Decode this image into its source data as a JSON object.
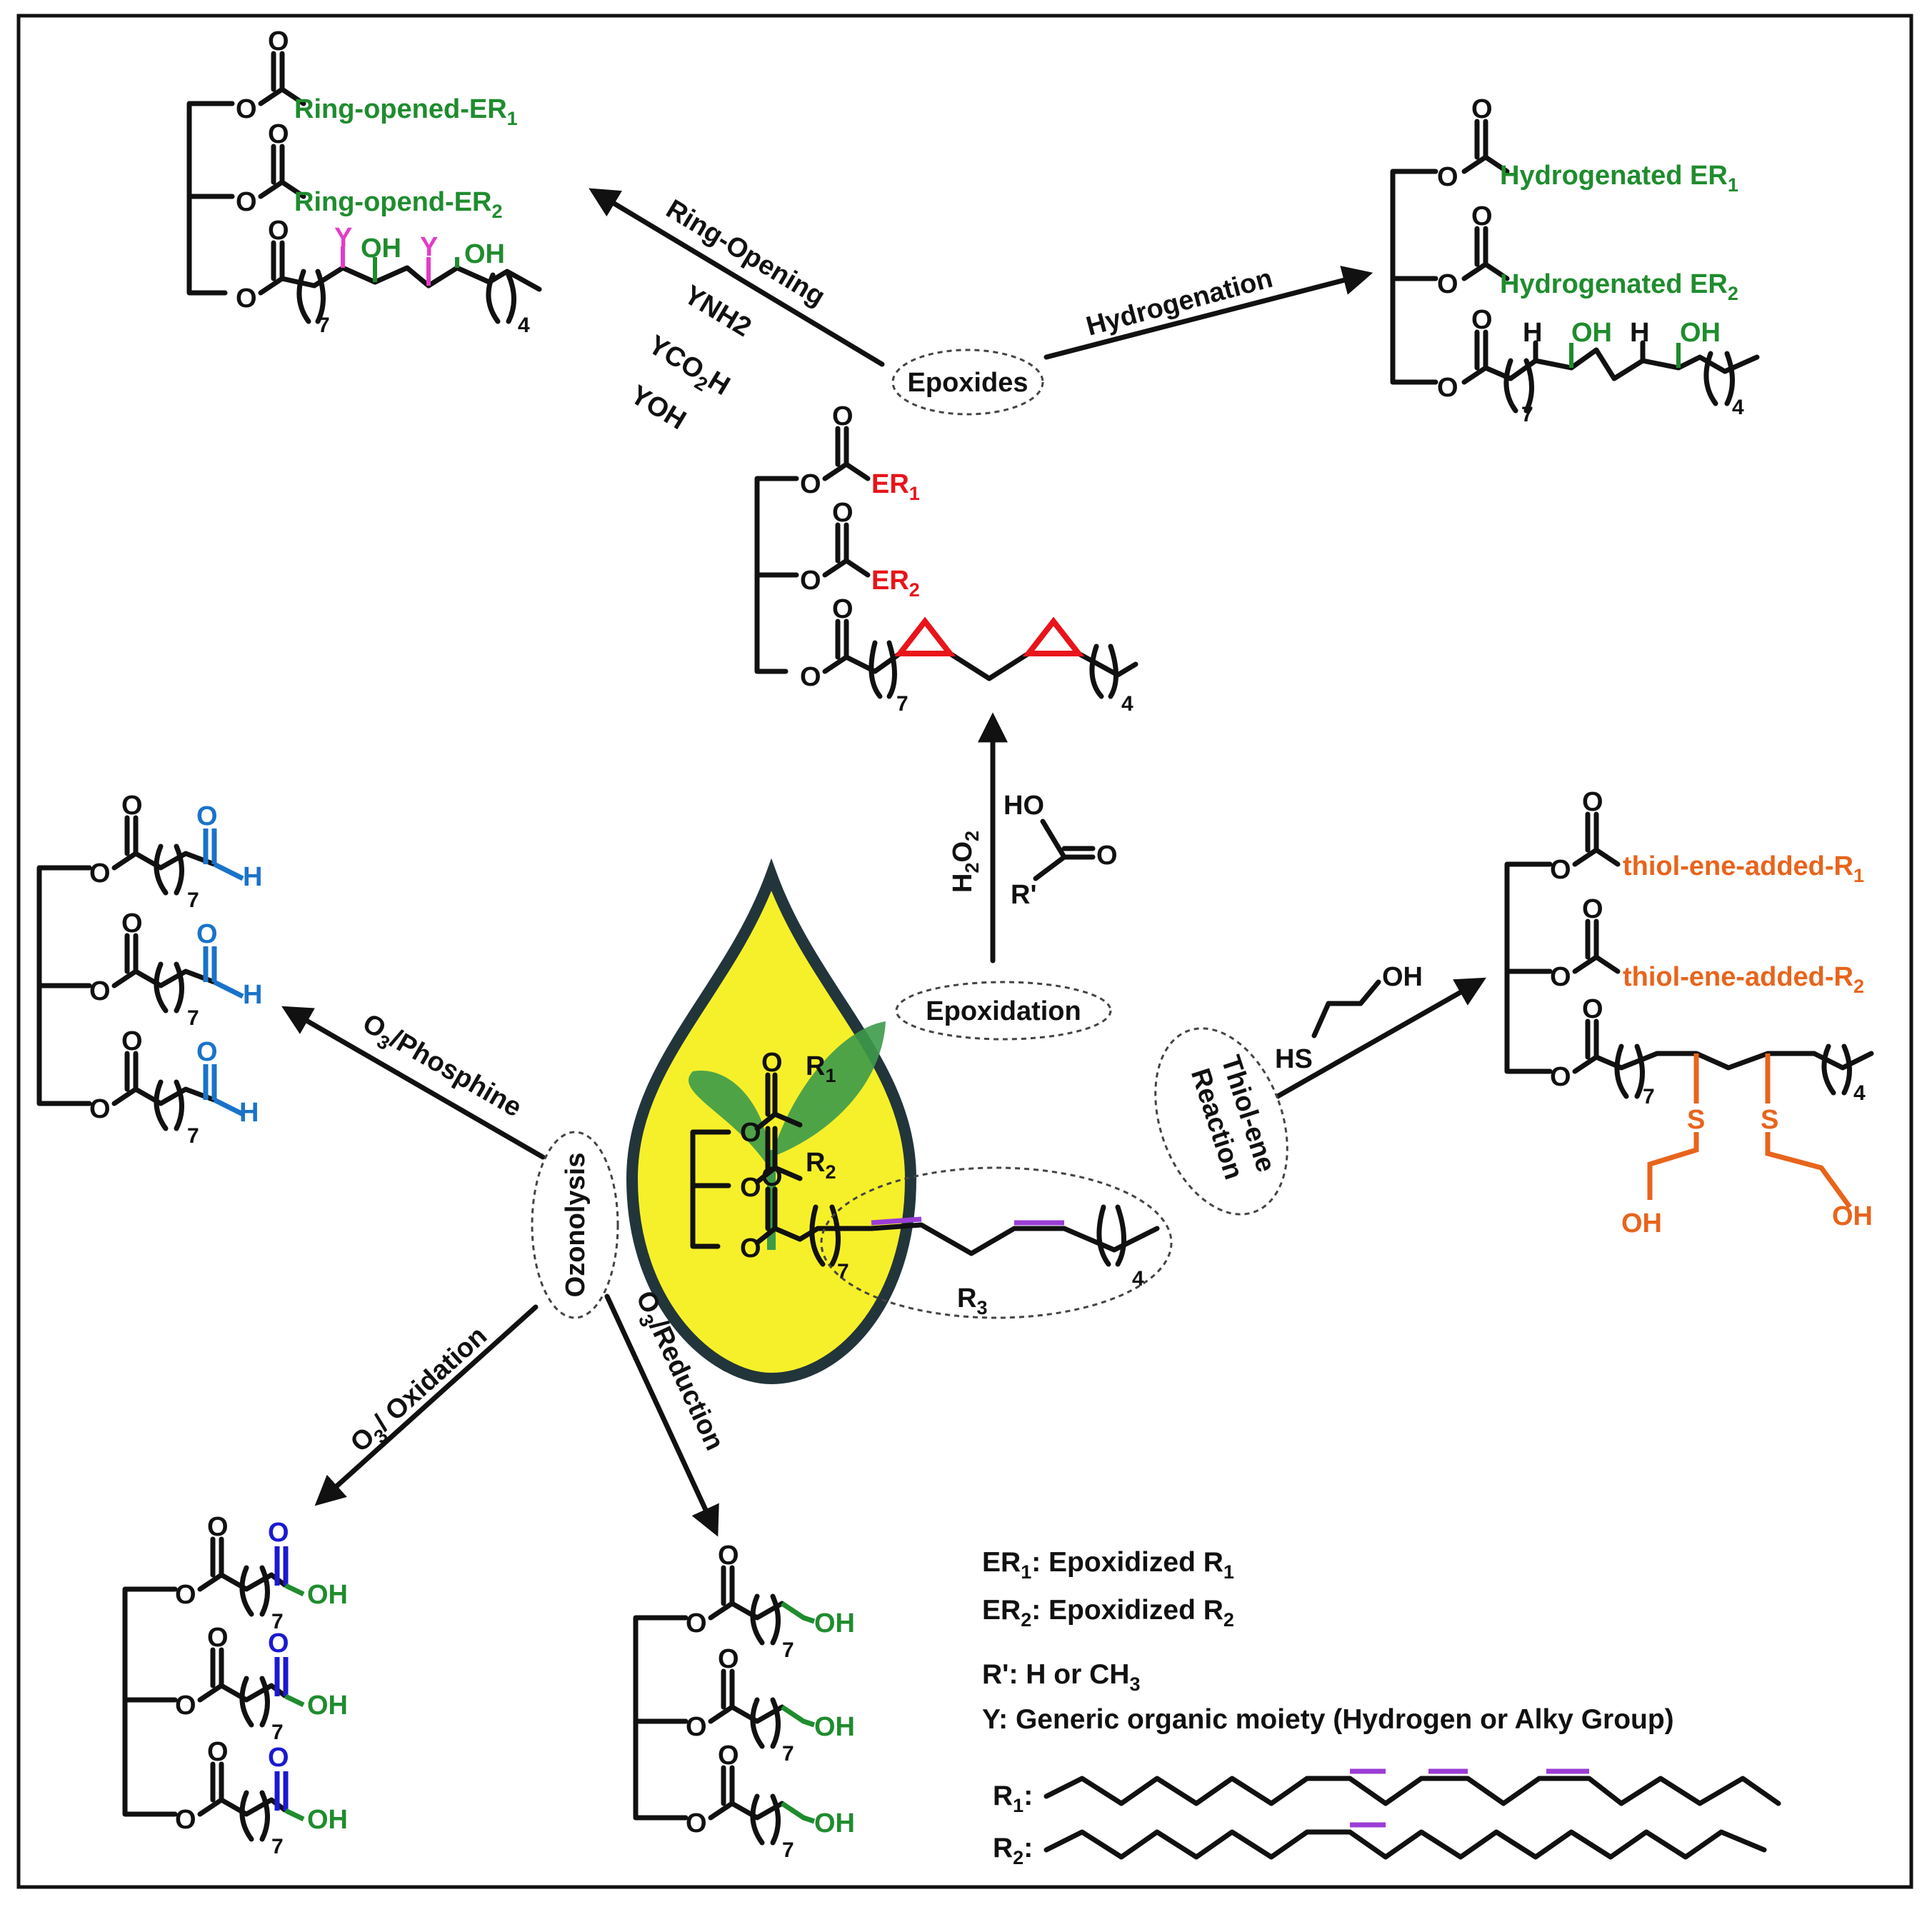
{
  "colors": {
    "ring_opened_group": "#1f8c2e",
    "hydrogenated_group": "#1f8c2e",
    "epoxide": "#e8141a",
    "y_group": "#e33cc7",
    "aldehyde": "#1a73c9",
    "carbonyl_o": "#1a1ad0",
    "hydroxyl": "#1f8c2e",
    "thiol_ene": "#e8641c",
    "double_bond": "#9b3dd6",
    "drop_fill": "#f6f02a",
    "drop_outline": "#22353a",
    "leaf": "#3d9a4a"
  },
  "nodes": {
    "epoxides": "Epoxides",
    "epoxidation": "Epoxidation",
    "ozonolysis": "Ozonolysis",
    "thiol_ene_line1": "Thiol-ene",
    "thiol_ene_line2": "Reaction"
  },
  "arrows": {
    "ring_opening": "Ring-Opening",
    "ring_opening_reagent1": "YNH2",
    "ring_opening_reagent2_main": "YCO",
    "ring_opening_reagent2_sub": "2",
    "ring_opening_reagent2_tail": "H",
    "ring_opening_reagent3": "YOH",
    "hydrogenation": "Hydrogenation",
    "h2o2_main": "H",
    "h2o2_sub1": "2",
    "h2o2_mid": "O",
    "h2o2_sub2": "2",
    "peracid_ho": "HO",
    "peracid_o": "O",
    "peracid_r": "R'",
    "o3_phosphine": "O",
    "o3_phosphine_sub": "3",
    "o3_phosphine_tail": "/Phosphine",
    "o3_oxidation": "O",
    "o3_oxidation_sub": "3",
    "o3_oxidation_tail": "/ Oxidation",
    "o3_reduction": "O",
    "o3_reduction_sub": "3",
    "o3_reduction_tail": "/Reduction",
    "thiol_hs": "HS",
    "thiol_oh": "OH"
  },
  "structures": {
    "ring_opened": {
      "group1": "Ring-opened-ER",
      "group1_sub": "1",
      "group2": "Ring-opend-ER",
      "group2_sub": "2",
      "y": "Y",
      "oh": "OH",
      "n7": "7",
      "n4": "4"
    },
    "hydrogenated": {
      "group1": "Hydrogenated ER",
      "group1_sub": "1",
      "group2": "Hydrogenated ER",
      "group2_sub": "2",
      "h": "H",
      "oh": "OH",
      "n7": "7",
      "n4": "4"
    },
    "epoxidized": {
      "group1": "ER",
      "group1_sub": "1",
      "group2": "ER",
      "group2_sub": "2",
      "n7": "7",
      "n4": "4"
    },
    "triglyceride": {
      "group1": "R",
      "group1_sub": "1",
      "group2": "R",
      "group2_sub": "2",
      "r3": "R",
      "r3_sub": "3",
      "n7": "7",
      "n4": "4"
    },
    "thiol_adduct": {
      "group1": "thiol-ene-added-R",
      "group1_sub": "1",
      "group2": "thiol-ene-added-R",
      "group2_sub": "2",
      "s": "S",
      "oh": "OH",
      "n7": "7",
      "n4": "4"
    },
    "aldehyde": {
      "h": "H",
      "n7": "7"
    },
    "acid": {
      "oh": "OH",
      "n7": "7"
    },
    "alcohol": {
      "oh": "OH",
      "n7": "7"
    },
    "atom_o": "O"
  },
  "legend": {
    "er1_a": "ER",
    "er1_sub": "1",
    "er1_b": ":  Epoxidized R",
    "er1_sub2": "1",
    "er2_a": "ER",
    "er2_sub": "2",
    "er2_b": ":  Epoxidized R",
    "er2_sub2": "2",
    "rprime_a": "R': H or CH",
    "rprime_sub": "3",
    "y_def": "Y: Generic organic moiety (Hydrogen or Alky Group)",
    "r1_a": "R",
    "r1_sub": "1",
    "r1_colon": ":",
    "r2_a": "R",
    "r2_sub": "2",
    "r2_colon": ":"
  }
}
